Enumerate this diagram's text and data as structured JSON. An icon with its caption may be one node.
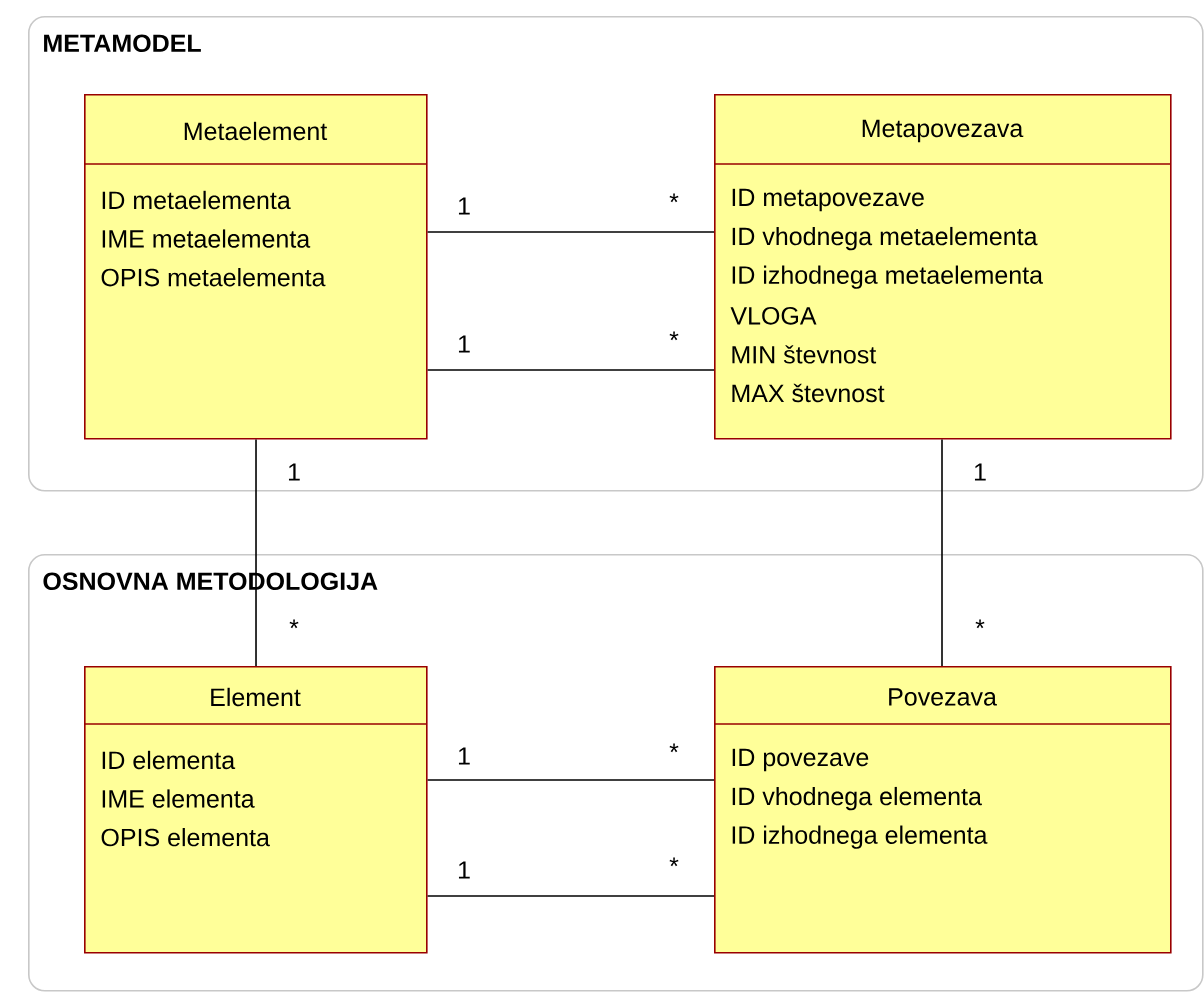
{
  "diagram": {
    "nodes": [
      {
        "text": [
          "METAMODEL"
        ]
      },
      {
        "text": [
          "Metaelement",
          "ID metaelementa",
          "IME metaelementa",
          "OPIS metaelementa"
        ],
        "in": 0
      },
      {
        "text": [
          "Metapovezava",
          "ID metapovezave",
          "ID vhodnega metaelementa",
          "ID izhodnega metaelementa",
          "VLOGA",
          "MIN števnost",
          "MAX števnost"
        ],
        "in": 0
      },
      {
        "text": [
          "OSNOVNA METODOLOGIJA"
        ]
      },
      {
        "text": [
          "Element",
          "ID elementa",
          "IME elementa",
          "OPIS elementa"
        ],
        "in": 3
      },
      {
        "text": [
          "Povezava",
          "ID povezave",
          "ID vhodnega elementa",
          "ID izhodnega elementa"
        ],
        "in": 3
      }
    ],
    "edges": [
      {
        "from": 1,
        "to": 2,
        "arrow": "none"
      },
      {
        "from": 1,
        "to": 2,
        "arrow": "none"
      },
      {
        "from": 1,
        "to": 4,
        "arrow": "none"
      },
      {
        "from": 2,
        "to": 5,
        "arrow": "none"
      },
      {
        "from": 4,
        "to": 5,
        "arrow": "none"
      },
      {
        "from": 4,
        "to": 5,
        "arrow": "none"
      }
    ],
    "labels": [
      "1",
      "*",
      "1",
      "*",
      "1",
      "1",
      "*",
      "*",
      "1",
      "*",
      "1",
      "*"
    ]
  }
}
